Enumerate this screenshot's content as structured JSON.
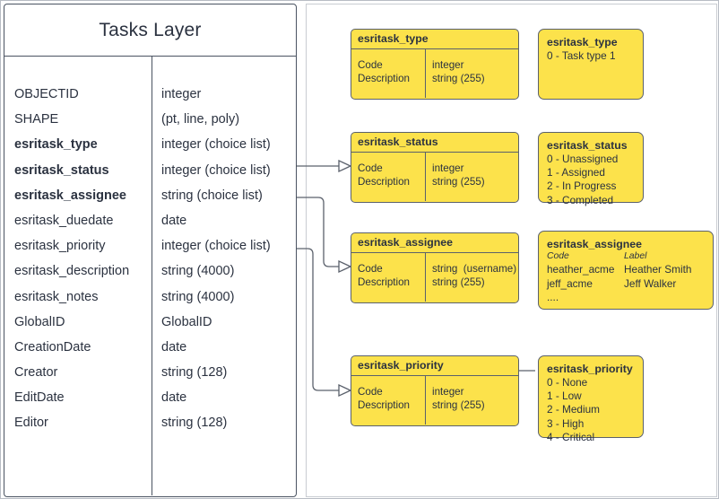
{
  "entity": {
    "title": "Tasks Layer",
    "fields": [
      {
        "name": "OBJECTID",
        "type": "integer",
        "bold": false
      },
      {
        "name": "SHAPE",
        "type": "(pt, line, poly)",
        "bold": false
      },
      {
        "name": "esritask_type",
        "type": "integer (choice list)",
        "bold": true
      },
      {
        "name": "esritask_status",
        "type": "integer (choice list)",
        "bold": true
      },
      {
        "name": "esritask_assignee",
        "type": "string (choice list)",
        "bold": true
      },
      {
        "name": "esritask_duedate",
        "type": "date",
        "bold": false
      },
      {
        "name": "esritask_priority",
        "type": "integer (choice list)",
        "bold": true
      },
      {
        "name": "esritask_description",
        "type": "string (4000)",
        "bold": false
      },
      {
        "name": "esritask_notes",
        "type": "string (4000)",
        "bold": false
      },
      {
        "name": "GlobalID",
        "type": "GlobalID",
        "bold": false
      },
      {
        "name": "CreationDate",
        "type": "date",
        "bold": false
      },
      {
        "name": "Creator",
        "type": "string (128)",
        "bold": false
      },
      {
        "name": "EditDate",
        "type": "date",
        "bold": false
      },
      {
        "name": "Editor",
        "type": "string (128)",
        "bold": false
      }
    ]
  },
  "domain_tables": {
    "type": {
      "title": "esritask_type",
      "left_col": "Code\nDescription",
      "right_col": "integer\nstring (255)"
    },
    "status": {
      "title": "esritask_status",
      "left_col": "Code\nDescription",
      "right_col": "integer\nstring (255)"
    },
    "assignee": {
      "title": "esritask_assignee",
      "left_col": "Code\nDescription",
      "right_col": "string  (username)\nstring (255)"
    },
    "priority": {
      "title": "esritask_priority",
      "left_col": "Code\nDescription",
      "right_col": "integer\nstring (255)"
    }
  },
  "value_lists": {
    "type": {
      "title": "esritask_type",
      "values": [
        "0 - Task type 1"
      ]
    },
    "status": {
      "title": "esritask_status",
      "values": [
        "0 - Unassigned",
        "1 - Assigned",
        "2 - In Progress",
        "3 - Completed"
      ]
    },
    "assignee": {
      "title": "esritask_assignee",
      "header_code": "Code",
      "header_label": "Label",
      "rows": [
        {
          "code": "heather_acme",
          "label": "Heather Smith"
        },
        {
          "code": "jeff_acme",
          "label": "Jeff Walker"
        }
      ],
      "ellipsis": "...."
    },
    "priority": {
      "title": "esritask_priority",
      "values": [
        "0 - None",
        "1 - Low",
        "2 - Medium",
        "3 - High",
        "4 - Critical"
      ]
    }
  },
  "colors": {
    "domain_fill": "#fce24b",
    "stroke": "#5b616c",
    "entity_stroke": "#4a5361",
    "text": "#2b3240",
    "frame": "#c9ccd2"
  }
}
